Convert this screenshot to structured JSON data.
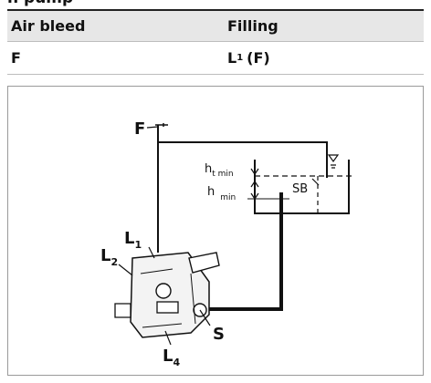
{
  "heading": "n pump",
  "table": {
    "headers": [
      "Air bleed",
      "Filling"
    ],
    "air_bleed_value": "F",
    "filling_value": {
      "main": "L",
      "sub": "1",
      "extra": "(F)",
      "bold_part": "F"
    }
  },
  "diagram": {
    "labels": {
      "F": "F",
      "L1_main": "L",
      "L1_sub": "1",
      "L2_main": "L",
      "L2_sub": "2",
      "L4_main": "L",
      "L4_sub": "4",
      "S": "S",
      "SB": "SB",
      "ht_min_main": "h",
      "ht_min_sub": "t min",
      "h_min_main": "h",
      "h_min_sub": "min"
    },
    "icons": [
      "water-level-icon",
      "pump-icon"
    ]
  }
}
